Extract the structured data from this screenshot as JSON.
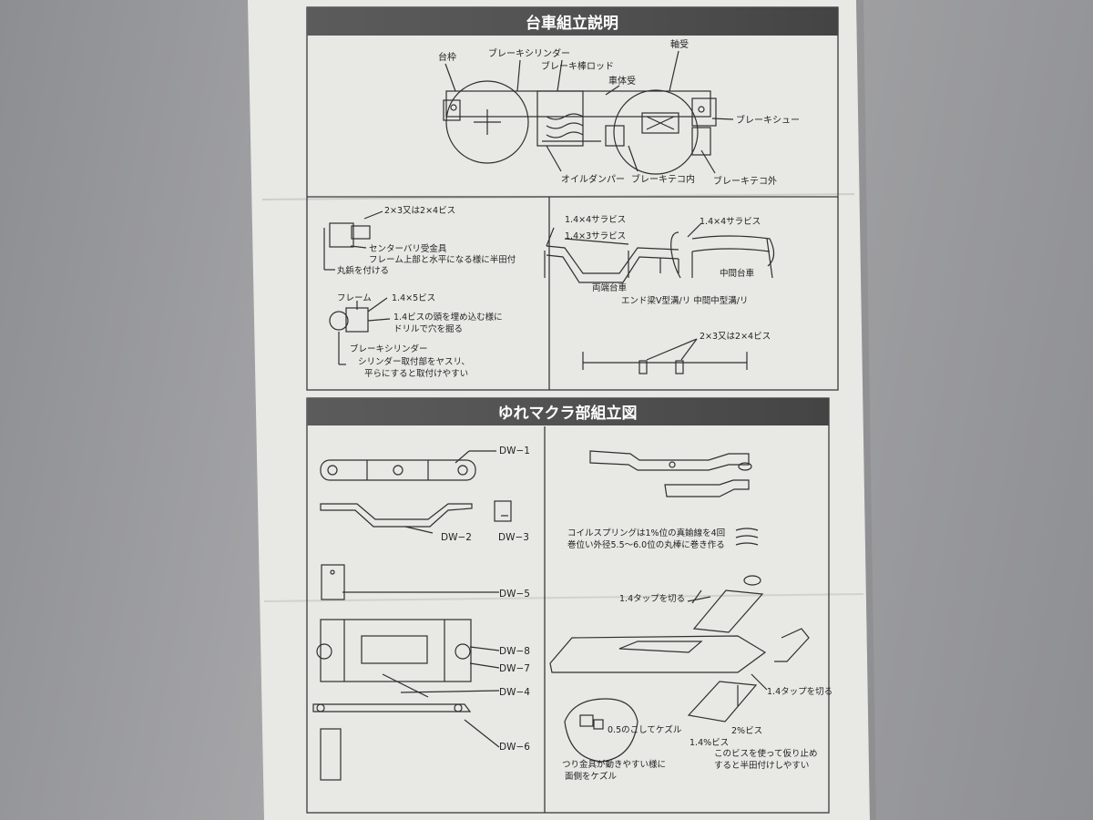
{
  "sections": {
    "top_title": "台車組立説明",
    "bottom_title": "ゆれマクラ部組立図"
  },
  "bogie_labels": {
    "frame": "台枠",
    "brake_cylinder": "ブレーキシリンダー",
    "brake_rod": "ブレーキ棒ロッド",
    "body_bearer": "車体受",
    "bearing": "軸受",
    "brake_shoe": "ブレーキシュー",
    "oil_damper": "オイルダンパー",
    "brake_lever_in": "ブレーキテコ内",
    "brake_lever_out": "ブレーキテコ外"
  },
  "assembly_labels": {
    "screw_2x3": "2×3又は2×4ビス",
    "center_bracket_1": "センターバリ受金具",
    "center_bracket_2": "フレーム上部と水平になる様に半田付",
    "round_pin": "丸鋲を付ける",
    "frame_label": "フレーム",
    "screw_1_4x5": "1.4×5ビス",
    "drill_note_1": "1.4ビスの頭を埋め込む様に",
    "drill_note_2": "ドリルで穴を掘る",
    "brake_cyl_label": "ブレーキシリンダー",
    "brake_cyl_note_1": "シリンダー取付部をヤスリ、",
    "brake_cyl_note_2": "平らにすると取付けやすい",
    "sara_1_4x4_left": "1.4×4サラビス",
    "sara_1_4x3": "1.4×3サラビス",
    "sara_1_4x4_right": "1.4×4サラビス",
    "end_bogie": "両端台車",
    "mid_bogie": "中間台車",
    "end_beam_note": "エンド梁V型溝/リ 中間中型溝/リ",
    "screw_2x3_bottom": "2×3又は2×4ビス"
  },
  "yure_labels": {
    "dw1": "DW−1",
    "dw2": "DW−2",
    "dw3": "DW−3",
    "dw5": "DW−5",
    "dw8": "DW−8",
    "dw7": "DW−7",
    "dw4": "DW−4",
    "dw6": "DW−6",
    "coil_note_1": "コイルスプリングは1%位の真鍮線を4回",
    "coil_note_2": "巻位い外径5.5〜6.0位の丸棒に巻き作る",
    "tap_1": "1.4タップを切る",
    "tap_2": "1.4タップを切る",
    "trim_note": "0.5のこしてケズル",
    "hang_note_1": "つり金具が動きやすい様に",
    "hang_note_2": "面側をケズル",
    "screw_1_4": "1.4%ビス",
    "screw_2": "2%ビス",
    "solder_note_1": "このビスを使って仮り止め",
    "solder_note_2": "すると半田付けしやすい"
  }
}
